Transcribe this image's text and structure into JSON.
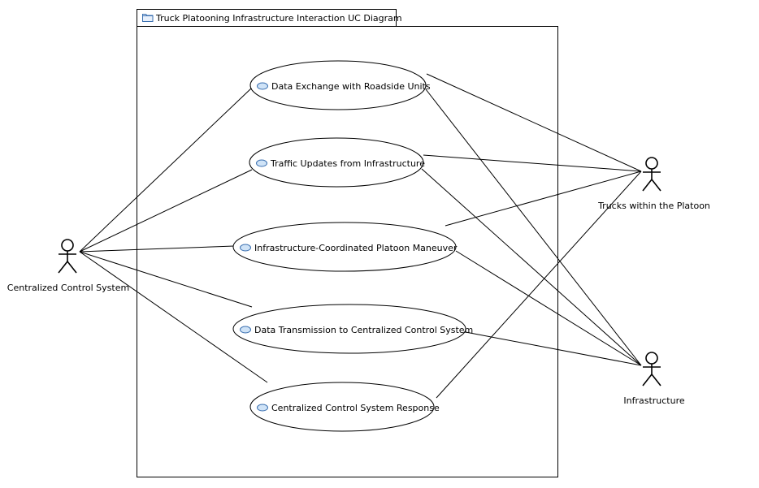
{
  "diagram": {
    "title": "Truck Platooning Infrastructure Interaction UC Diagram",
    "use_cases": [
      {
        "id": "uc1",
        "label": "Data Exchange with Roadside Units"
      },
      {
        "id": "uc2",
        "label": "Traffic Updates from Infrastructure"
      },
      {
        "id": "uc3",
        "label": "Infrastructure-Coordinated Platoon Maneuver"
      },
      {
        "id": "uc4",
        "label": "Data Transmission to Centralized Control System"
      },
      {
        "id": "uc5",
        "label": "Centralized Control System Response"
      }
    ],
    "actors": [
      {
        "id": "a1",
        "label": "Centralized Control System"
      },
      {
        "id": "a2",
        "label": "Trucks within the Platoon"
      },
      {
        "id": "a3",
        "label": "Infrastructure"
      }
    ],
    "associations": [
      [
        "a1",
        "uc1"
      ],
      [
        "a1",
        "uc2"
      ],
      [
        "a1",
        "uc3"
      ],
      [
        "a1",
        "uc4"
      ],
      [
        "a1",
        "uc5"
      ],
      [
        "a2",
        "uc1"
      ],
      [
        "a2",
        "uc2"
      ],
      [
        "a2",
        "uc3"
      ],
      [
        "a2",
        "uc5"
      ],
      [
        "a3",
        "uc1"
      ],
      [
        "a3",
        "uc2"
      ],
      [
        "a3",
        "uc3"
      ],
      [
        "a3",
        "uc4"
      ]
    ],
    "colors": {
      "line": "#000000",
      "use_case_icon_fill": "#cfe3f7",
      "use_case_icon_stroke": "#3a6fb0",
      "folder_icon_stroke": "#3a6fb0"
    }
  }
}
